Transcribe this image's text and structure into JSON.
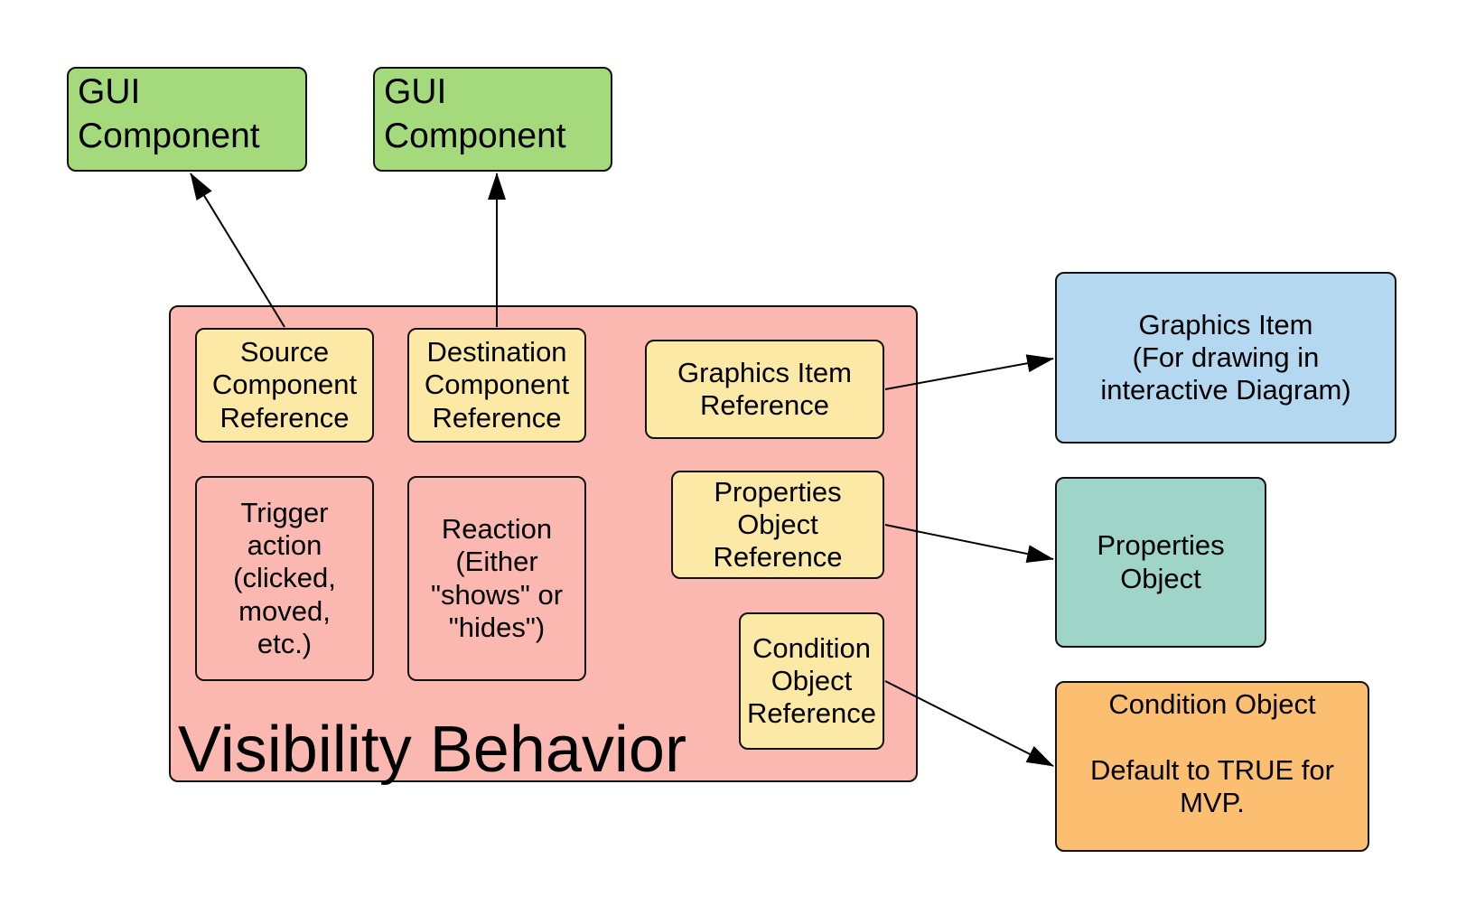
{
  "gui_component_left": {
    "label": "GUI\nComponent"
  },
  "gui_component_right": {
    "label": "GUI\nComponent"
  },
  "visibility_behavior": {
    "title": "Visibility Behavior",
    "source_ref": "Source\nComponent\nReference",
    "destination_ref": "Destination\nComponent\nReference",
    "graphics_ref": "Graphics Item\nReference",
    "trigger": "Trigger\naction\n(clicked,\nmoved,\netc.)",
    "reaction": "Reaction\n(Either\n\"shows\" or\n\"hides\")",
    "properties_ref": "Properties\nObject\nReference",
    "condition_ref": "Condition\nObject\nReference"
  },
  "graphics_item": {
    "label": "Graphics Item\n(For drawing in\ninteractive Diagram)"
  },
  "properties_object": {
    "label": "Properties\nObject"
  },
  "condition_object": {
    "label": "Condition Object\n\nDefault to TRUE for\nMVP."
  },
  "colors": {
    "gui": "#a4d97c",
    "container": "#fbb8b0",
    "reference": "#fde9a6",
    "graphics_item": "#b5d8f1",
    "properties_object": "#9ed5c8",
    "condition_object": "#fcbf72"
  }
}
